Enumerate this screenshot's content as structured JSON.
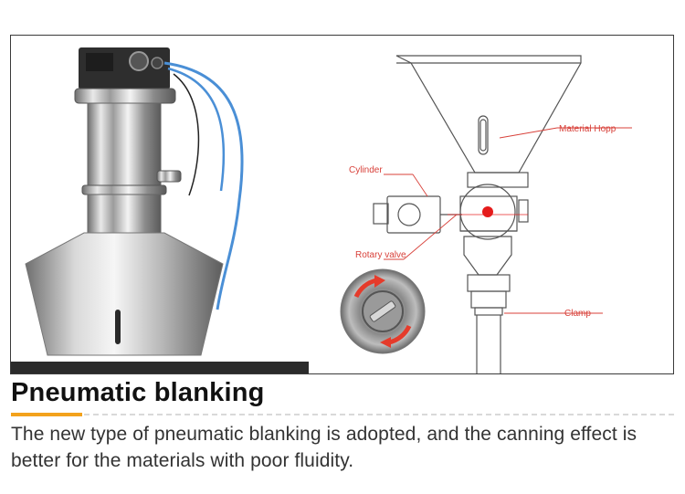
{
  "diagram": {
    "labels": {
      "material_hopper": "Material Hopp",
      "cylinder": "Cylinder",
      "rotary_valve": "Rotary valve",
      "clamp": "Clamp"
    },
    "colors": {
      "label_text": "#d8413a",
      "leader_line": "#d8413a",
      "valve_dot": "#e51b1b",
      "arrow": "#e53b2b",
      "outline": "#555555",
      "cable": "#4a8fd6",
      "frame": "#3a3a3a"
    }
  },
  "section": {
    "title": "Pneumatic blanking",
    "description": "The new type of pneumatic blanking is adopted, and the canning effect is better for the materials with poor fluidity."
  },
  "decor": {
    "accent_color": "#f3a21c",
    "divider_color": "#d9d9d9"
  }
}
